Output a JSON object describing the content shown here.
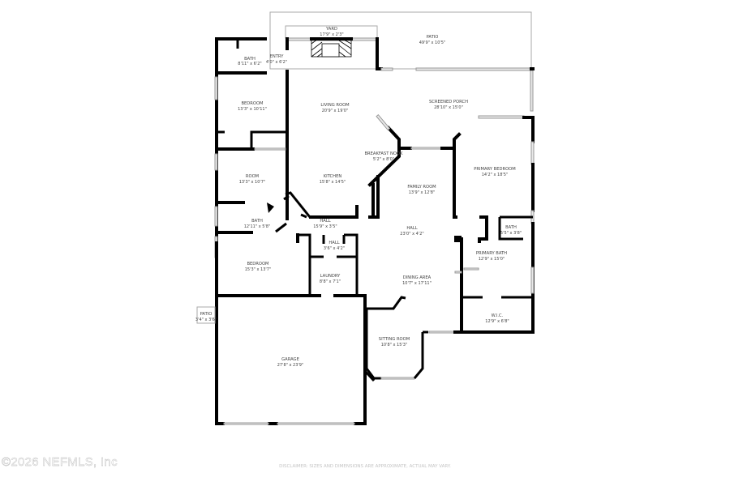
{
  "rooms": [
    {
      "id": "yard",
      "name": "YARD",
      "dims": "17'9\" x 2'3\""
    },
    {
      "id": "patio-rear",
      "name": "PATIO",
      "dims": "49'9\" x 10'5\""
    },
    {
      "id": "bath-front",
      "name": "BATH",
      "dims": "8'11\" x 6'2\""
    },
    {
      "id": "entry",
      "name": "ENTRY",
      "dims": "4'0\" x 6'2\""
    },
    {
      "id": "bedroom-1",
      "name": "BEDROOM",
      "dims": "13'3\" x 10'11\""
    },
    {
      "id": "living-room",
      "name": "LIVING ROOM",
      "dims": "20'9\" x 19'0\""
    },
    {
      "id": "screened-porch",
      "name": "SCREENED PORCH",
      "dims": "28'10\" x 15'0\""
    },
    {
      "id": "breakfast-nook",
      "name": "BREAKFAST NOOK",
      "dims": "5'2\" x 8'0\""
    },
    {
      "id": "room",
      "name": "ROOM",
      "dims": "13'3\" x 10'7\""
    },
    {
      "id": "kitchen",
      "name": "KITCHEN",
      "dims": "15'8\" x 14'5\""
    },
    {
      "id": "family-room",
      "name": "FAMILY ROOM",
      "dims": "13'9\" x 12'8\""
    },
    {
      "id": "primary-bedroom",
      "name": "PRIMARY BEDROOM",
      "dims": "14'2\" x 18'5\""
    },
    {
      "id": "bath-2",
      "name": "BATH",
      "dims": "12'11\" x 5'8\""
    },
    {
      "id": "hall-1",
      "name": "HALL",
      "dims": "15'9\" x 3'5\""
    },
    {
      "id": "hall-2",
      "name": "HALL",
      "dims": "3'6\" x 4'2\""
    },
    {
      "id": "hall-3",
      "name": "HALL",
      "dims": "23'0\" x 4'2\""
    },
    {
      "id": "bath-primary-small",
      "name": "BATH",
      "dims": "5'5\" x 3'8\""
    },
    {
      "id": "primary-bath",
      "name": "PRIMARY BATH",
      "dims": "12'9\" x 15'0\""
    },
    {
      "id": "bedroom-2",
      "name": "BEDROOM",
      "dims": "15'3\" x 13'7\""
    },
    {
      "id": "laundry",
      "name": "LAUNDRY",
      "dims": "8'8\" x 7'1\""
    },
    {
      "id": "dining-area",
      "name": "DINING AREA",
      "dims": "10'7\" x 17'11\""
    },
    {
      "id": "wic",
      "name": "W.I.C.",
      "dims": "12'9\" x 6'8\""
    },
    {
      "id": "patio-side",
      "name": "PATIO",
      "dims": "3'4\" x 3'6\""
    },
    {
      "id": "sitting-room",
      "name": "SITTING ROOM",
      "dims": "10'8\" x 15'3\""
    },
    {
      "id": "garage",
      "name": "GARAGE",
      "dims": "27'8\" x 23'9\""
    }
  ],
  "footer": {
    "copyright": "©2026 NEFMLS, Inc",
    "disclaimer": "DISCLAIMER: SIZES AND DIMENSIONS ARE APPROXIMATE, ACTUAL MAY VARY."
  }
}
